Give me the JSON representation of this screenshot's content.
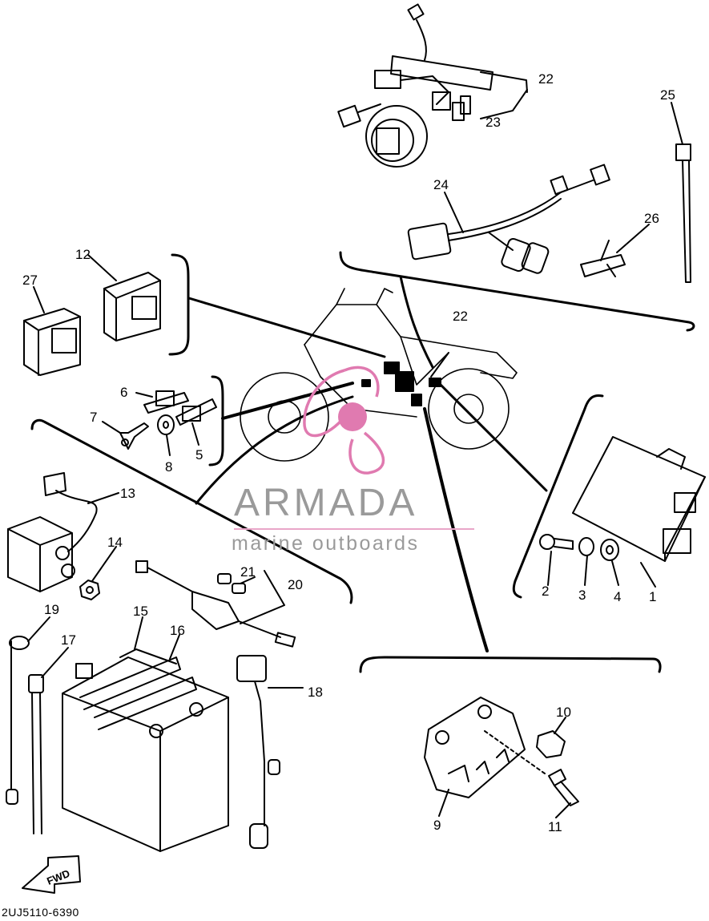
{
  "diagram": {
    "code": "2UJ5110-6390",
    "fwd_label": "FWD",
    "watermark": {
      "brand": "ARMADA",
      "tagline": "marine outboards"
    },
    "callouts": [
      {
        "id": "c1",
        "label": "1"
      },
      {
        "id": "c2",
        "label": "2"
      },
      {
        "id": "c3",
        "label": "3"
      },
      {
        "id": "c4",
        "label": "4"
      },
      {
        "id": "c5",
        "label": "5"
      },
      {
        "id": "c6",
        "label": "6"
      },
      {
        "id": "c7",
        "label": "7"
      },
      {
        "id": "c8",
        "label": "8"
      },
      {
        "id": "c9",
        "label": "9"
      },
      {
        "id": "c10",
        "label": "10"
      },
      {
        "id": "c11",
        "label": "11"
      },
      {
        "id": "c12",
        "label": "12"
      },
      {
        "id": "c13",
        "label": "13"
      },
      {
        "id": "c14",
        "label": "14"
      },
      {
        "id": "c15",
        "label": "15"
      },
      {
        "id": "c16",
        "label": "16"
      },
      {
        "id": "c17",
        "label": "17"
      },
      {
        "id": "c18",
        "label": "18"
      },
      {
        "id": "c19",
        "label": "19"
      },
      {
        "id": "c20",
        "label": "20"
      },
      {
        "id": "c21",
        "label": "21"
      },
      {
        "id": "c22a",
        "label": "22"
      },
      {
        "id": "c22b",
        "label": "22"
      },
      {
        "id": "c23",
        "label": "23"
      },
      {
        "id": "c24",
        "label": "24"
      },
      {
        "id": "c25",
        "label": "25"
      },
      {
        "id": "c26",
        "label": "26"
      },
      {
        "id": "c27",
        "label": "27"
      }
    ],
    "colors": {
      "ink": "#000000",
      "watermark_text": "#9a9a9a",
      "watermark_accent": "#e07ab0"
    }
  }
}
